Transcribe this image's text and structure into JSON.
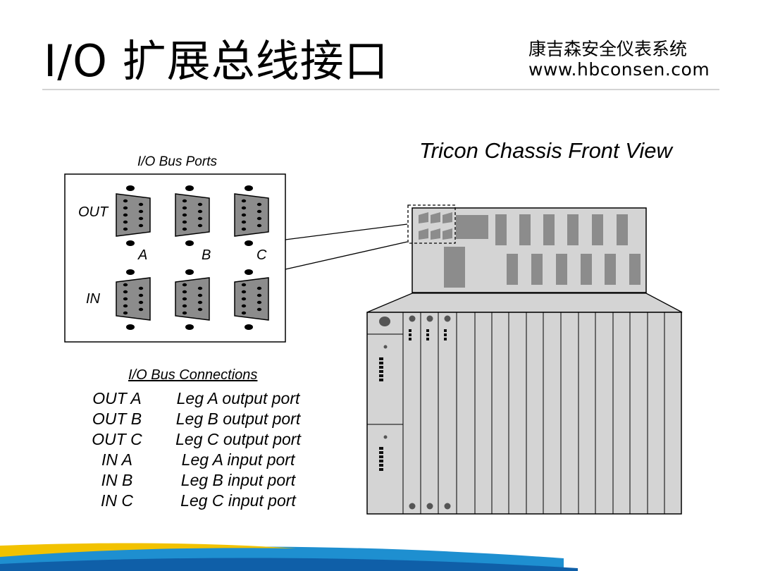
{
  "header": {
    "title": "I/O 扩展总线接口",
    "company": "康吉森安全仪表系统",
    "website": "www.hbconsen.com"
  },
  "chassis_view": {
    "caption": "Tricon Chassis Front View"
  },
  "io_ports": {
    "caption": "I/O Bus Ports",
    "out_label": "OUT",
    "in_label": "IN",
    "legs": [
      "A",
      "B",
      "C"
    ]
  },
  "connections": {
    "caption": "I/O Bus Connections",
    "rows": [
      {
        "port": "OUT A",
        "desc": "Leg A output port"
      },
      {
        "port": "OUT B",
        "desc": "Leg B output port"
      },
      {
        "port": "OUT C",
        "desc": "Leg C output port"
      },
      {
        "port": "IN A",
        "desc": "Leg A input port"
      },
      {
        "port": "IN B",
        "desc": "Leg B input port"
      },
      {
        "port": "IN C",
        "desc": "Leg C input port"
      }
    ]
  },
  "colors": {
    "panel_gray": "#d4d4d4",
    "connector_gray": "#8c8c8c",
    "accent_blue": "#1e8fd0",
    "accent_yellow": "#f2c200"
  }
}
